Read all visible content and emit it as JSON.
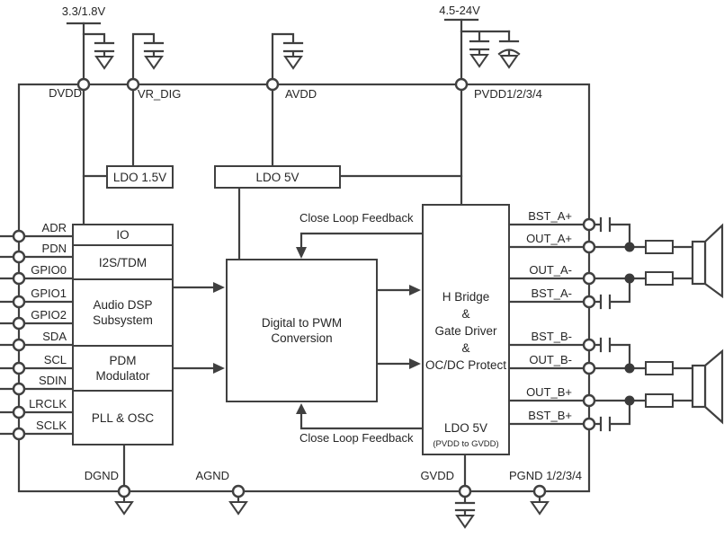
{
  "supplies": {
    "left_rail": "3.3/1.8V",
    "right_rail": "4.5-24V"
  },
  "pins": {
    "top": {
      "dvdd": "DVDD",
      "vr_dig": "VR_DIG",
      "avdd": "AVDD",
      "pvdd": "PVDD1/2/3/4"
    },
    "left": [
      "ADR",
      "PDN",
      "GPIO0",
      "GPIO1",
      "GPIO2",
      "SDA",
      "SCL",
      "SDIN",
      "LRCLK",
      "SCLK"
    ],
    "right": [
      "BST_A+",
      "OUT_A+",
      "OUT_A-",
      "BST_A-",
      "BST_B-",
      "OUT_B-",
      "OUT_B+",
      "BST_B+"
    ],
    "bottom": {
      "dgnd": "DGND",
      "agnd": "AGND",
      "gvdd": "GVDD",
      "pgnd": "PGND 1/2/3/4"
    }
  },
  "blocks": {
    "ldo_1v5": "LDO 1.5V",
    "ldo_5v": "LDO 5V",
    "io": "IO",
    "i2s_tdm": "I2S/TDM",
    "audio_dsp": "Audio DSP\nSubsystem",
    "pdm_modulator": "PDM\nModulator",
    "pll_osc": "PLL & OSC",
    "pwm": "Digital to PWM\nConversion",
    "h_bridge": "H Bridge\n&\nGate Driver\n&\nOC/DC Protect",
    "h_bridge_ldo": "LDO 5V",
    "h_bridge_ldo_note": "(PVDD to GVDD)"
  },
  "annotations": {
    "feedback_top": "Close Loop Feedback",
    "feedback_bottom": "Close Loop Feedback"
  },
  "colors": {
    "line": "#404040",
    "text": "#262626",
    "background": "#ffffff"
  }
}
